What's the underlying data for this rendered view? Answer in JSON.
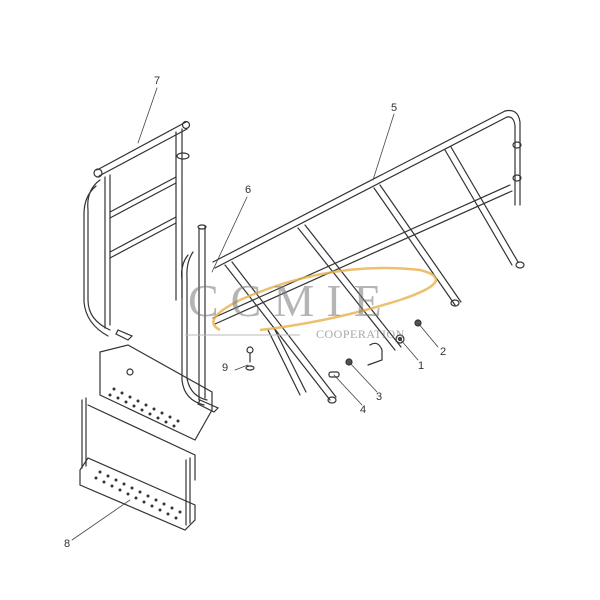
{
  "diagram": {
    "type": "exploded-parts-view",
    "subject": "handrail and step ladder assembly",
    "callouts": [
      {
        "id": "1",
        "label": "1"
      },
      {
        "id": "2",
        "label": "2"
      },
      {
        "id": "3",
        "label": "3"
      },
      {
        "id": "4",
        "label": "4"
      },
      {
        "id": "5",
        "label": "5"
      },
      {
        "id": "6",
        "label": "6"
      },
      {
        "id": "7",
        "label": "7"
      },
      {
        "id": "8",
        "label": "8"
      },
      {
        "id": "9",
        "label": "9"
      }
    ]
  },
  "watermark": {
    "brand": "CCMIE",
    "subtitle": "COOPERATION",
    "swoosh_color": "#e8b04a",
    "text_color": "#8a8a8a"
  }
}
